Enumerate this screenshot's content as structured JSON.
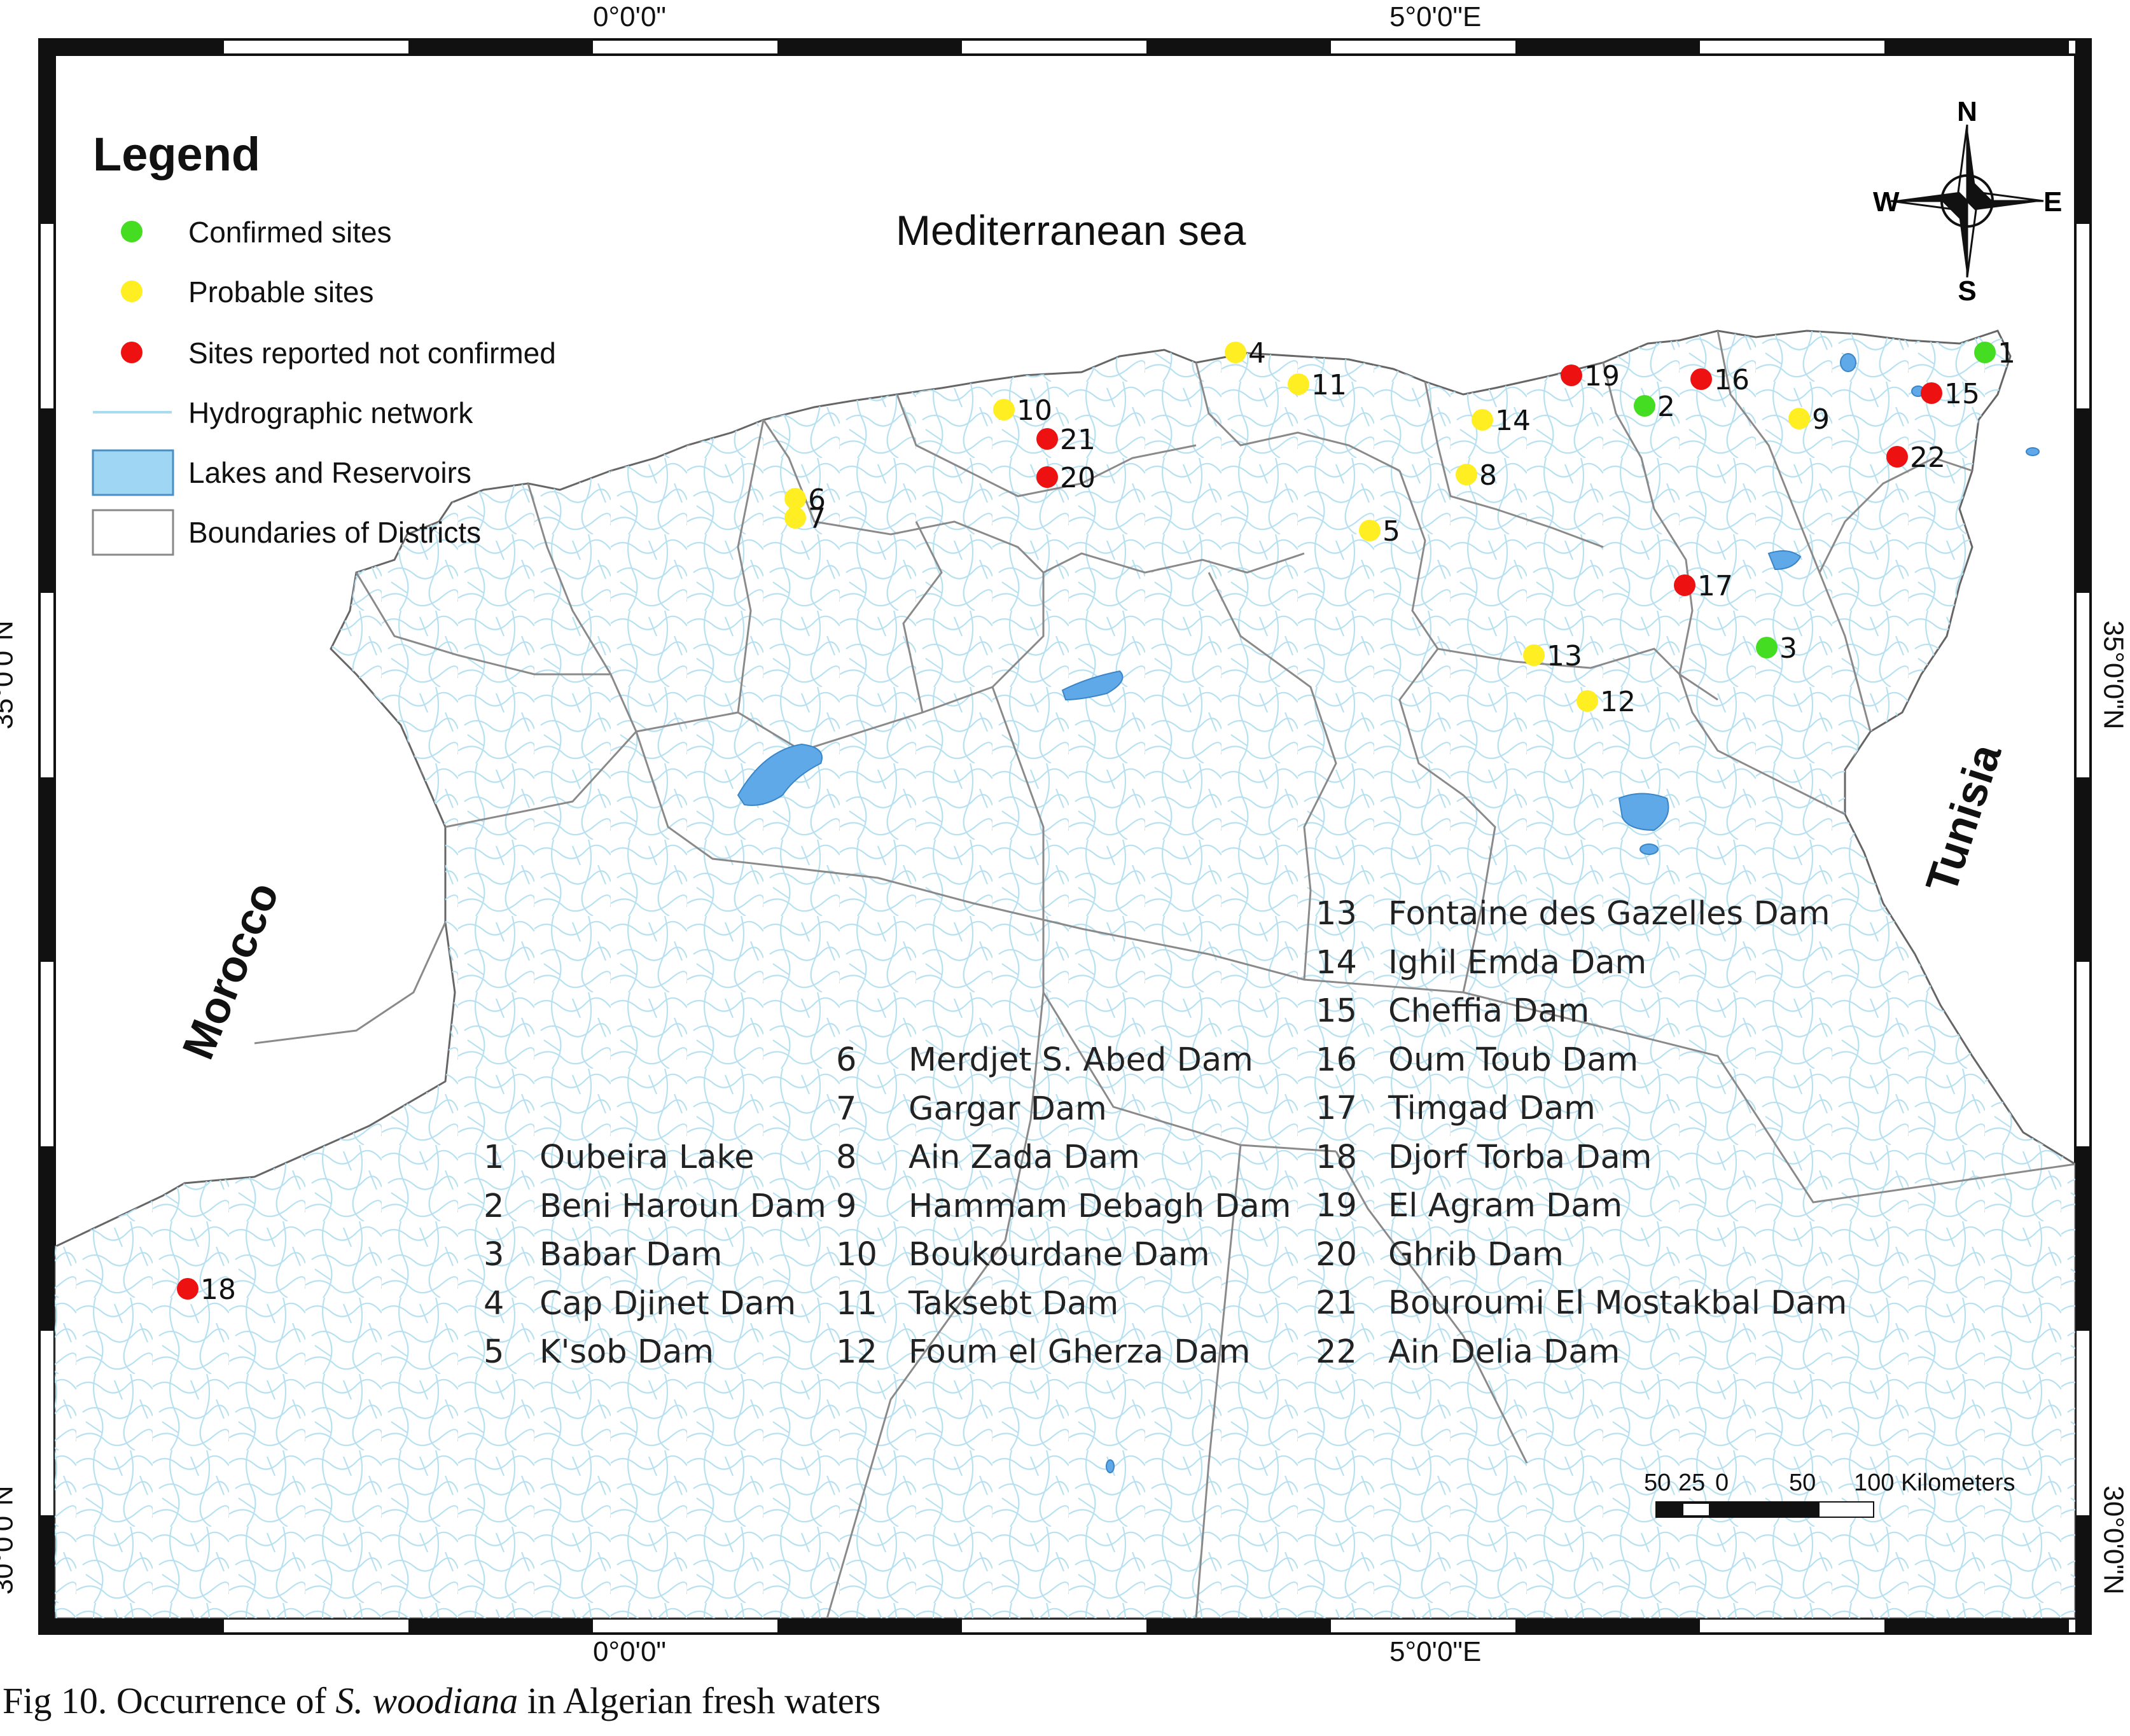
{
  "map": {
    "sea_label": "Mediterranean sea",
    "country_left": "Morocco",
    "country_right": "Tunisia",
    "coord_top_left": "0°0'0\"",
    "coord_top_right": "5°0'0\"E",
    "coord_bottom_left": "0°0'0\"",
    "coord_bottom_right": "5°0'0\"E",
    "coord_lat_35": "35°0'0\"N",
    "coord_lat_30": "30°0'0\"N",
    "compass": {
      "n": "N",
      "s": "S",
      "e": "E",
      "w": "W"
    },
    "scalebar": {
      "labels": [
        "50",
        "25",
        "0",
        "50",
        "100 Kilometers"
      ]
    }
  },
  "legend": {
    "title": "Legend",
    "items": [
      {
        "label": "Confirmed sites",
        "color": "#44dd22",
        "symbol": "dot"
      },
      {
        "label": "Probable sites",
        "color": "#ffee22",
        "symbol": "dot"
      },
      {
        "label": "Sites reported not confirmed",
        "color": "#ee1111",
        "symbol": "dot"
      },
      {
        "label": "Hydrographic network",
        "color": "#a8dcef",
        "symbol": "line"
      },
      {
        "label": "Lakes and Reservoirs",
        "color": "#9fd6f3",
        "symbol": "box"
      },
      {
        "label": "Boundaries of Districts",
        "color": "#ffffff",
        "symbol": "box"
      }
    ]
  },
  "sites": [
    {
      "n": "1",
      "name": "Oubeira Lake",
      "status": "confirmed"
    },
    {
      "n": "2",
      "name": "Beni Haroun Dam",
      "status": "confirmed"
    },
    {
      "n": "3",
      "name": "Babar Dam",
      "status": "confirmed"
    },
    {
      "n": "4",
      "name": "Cap Djinet Dam",
      "status": "probable"
    },
    {
      "n": "5",
      "name": "K'sob Dam",
      "status": "probable"
    },
    {
      "n": "6",
      "name": "Merdjet S. Abed Dam",
      "status": "probable"
    },
    {
      "n": "7",
      "name": "Gargar Dam",
      "status": "probable"
    },
    {
      "n": "8",
      "name": "Ain Zada Dam",
      "status": "probable"
    },
    {
      "n": "9",
      "name": "Hammam Debagh Dam",
      "status": "probable"
    },
    {
      "n": "10",
      "name": "Boukourdane Dam",
      "status": "probable"
    },
    {
      "n": "11",
      "name": "Taksebt Dam",
      "status": "probable"
    },
    {
      "n": "12",
      "name": "Foum el Gherza Dam",
      "status": "probable"
    },
    {
      "n": "13",
      "name": "Fontaine des Gazelles Dam",
      "status": "probable"
    },
    {
      "n": "14",
      "name": "Ighil Emda Dam",
      "status": "probable"
    },
    {
      "n": "15",
      "name": "Cheffia Dam",
      "status": "not_confirmed"
    },
    {
      "n": "16",
      "name": "Oum Toub Dam",
      "status": "not_confirmed"
    },
    {
      "n": "17",
      "name": "Timgad Dam",
      "status": "not_confirmed"
    },
    {
      "n": "18",
      "name": "Djorf Torba Dam",
      "status": "not_confirmed"
    },
    {
      "n": "19",
      "name": "El Agram Dam",
      "status": "not_confirmed"
    },
    {
      "n": "20",
      "name": "Ghrib Dam",
      "status": "not_confirmed"
    },
    {
      "n": "21",
      "name": "Bouroumi El Mostakbal Dam",
      "status": "not_confirmed"
    },
    {
      "n": "22",
      "name": "Ain Delia Dam",
      "status": "not_confirmed"
    }
  ],
  "status_colors": {
    "confirmed": "#44dd22",
    "probable": "#ffee22",
    "not_confirmed": "#ee1111"
  },
  "caption": {
    "prefix": "Fig 10. Occurrence of ",
    "species": "S. woodiana",
    "suffix": " in Algerian fresh waters"
  }
}
